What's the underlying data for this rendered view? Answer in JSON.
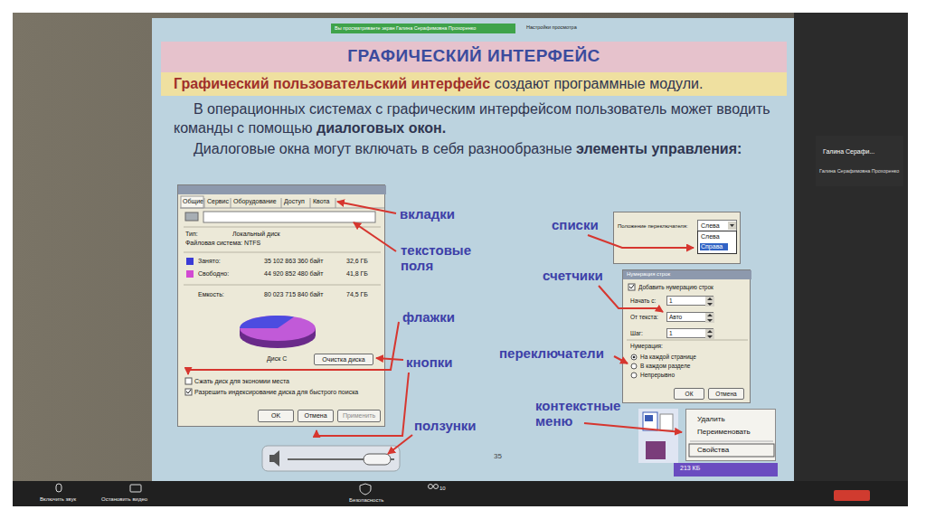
{
  "diagram": {
    "title": "ГРАФИЧЕСКИЙ ИНТЕРФЕЙС",
    "nodes": [
      {
        "text": [
          "Вы просматриваете экран Галина Серафимовна Прохоренко"
        ]
      },
      {
        "text": [
          "Графический пользовательский интерфейс",
          "создают программные модули."
        ]
      },
      {
        "text": [
          "Общие",
          "Сервис",
          "Оборудование",
          "Доступ",
          "Квота",
          "Тип:",
          "Локальный диск",
          "Файловая система: NTFS",
          "Занято:",
          "35 102 863 360 байт",
          "32,6 ГБ",
          "Свободно:",
          "44 920 852 480 байт",
          "41,8 ГБ",
          "Емкость:",
          "80 023 715 840 байт",
          "74,5 ГБ",
          "Диск C",
          "Сжать диск для экономии места",
          "Разрешить индексирование диска для быстрого поиска"
        ]
      },
      {
        "text": [
          "Очистка диска"
        ],
        "in": 2
      },
      {
        "text": [
          "OK"
        ],
        "in": 2
      },
      {
        "text": [
          "Отмена"
        ],
        "in": 2
      },
      {
        "text": [
          "Применить"
        ],
        "in": 2
      },
      {
        "text": [
          "Положение переключателя:"
        ]
      },
      {
        "text": [
          "Слева"
        ],
        "in": 7
      },
      {
        "text": [
          "Слева",
          "Справа"
        ],
        "in": 7
      },
      {
        "text": [
          "Нумерация строк",
          "Добавить нумерацию строк",
          "Начать с:",
          "От текста:",
          "Шаг:",
          "Нумерация:",
          "На каждой странице",
          "В каждом разделе",
          "Непрерывно"
        ]
      },
      {
        "text": [
          "1"
        ],
        "in": 10
      },
      {
        "text": [
          "Авто"
        ],
        "in": 10
      },
      {
        "text": [
          "1"
        ],
        "in": 10
      },
      {
        "text": [
          "ОК"
        ],
        "in": 10
      },
      {
        "text": [
          "Отмена"
        ],
        "in": 10
      },
      {
        "text": [
          "Удалить",
          "Переименовать",
          "Свойства"
        ]
      },
      {
        "text": [
          "Галина Серафи...",
          "Галина Серафимовна Прохоренко"
        ]
      }
    ],
    "labels": [
      "Настройки просмотра",
      "В операционных системах с графическим интерфейсом пользователь может вводить команды с помощью",
      "диалоговых окон.",
      "Диалоговые окна могут включать в себя разнообразные",
      "элементы управления:",
      "вкладки",
      "текстовые поля",
      "флажки",
      "кнопки",
      "ползунки",
      "списки",
      "счетчики",
      "переключатели",
      "контекстные меню",
      "35",
      "213 КБ",
      "Включить звук",
      "Остановить видео",
      "Безопасность",
      "10"
    ]
  }
}
